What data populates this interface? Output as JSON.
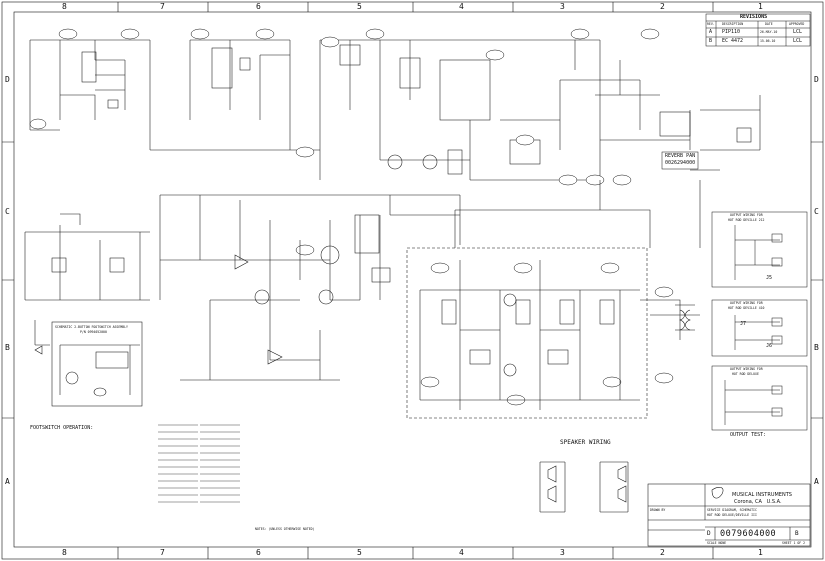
{
  "border": {
    "columns_top": [
      "8",
      "7",
      "6",
      "5",
      "4",
      "3",
      "2",
      "1"
    ],
    "columns_bottom": [
      "8",
      "7",
      "6",
      "5",
      "4",
      "3",
      "2",
      "1"
    ],
    "rows_left": [
      "D",
      "C",
      "B",
      "A"
    ],
    "rows_right": [
      "D",
      "C",
      "B",
      "A"
    ]
  },
  "revisions": {
    "title": "REVISIONS",
    "headers": [
      "REV.",
      "DESCRIPTION",
      "DATE",
      "APPROVED"
    ],
    "rows": [
      [
        "A",
        "PIP110",
        "26-MAY-10",
        "LCL"
      ],
      [
        "B",
        "EC 4472",
        "15-06-10",
        "LCL"
      ]
    ]
  },
  "labels": {
    "reverb_pan_line1": "REVERB PAN",
    "reverb_pan_line2": "0026294000",
    "output_wiring_1_line1": "OUTPUT WIRING FOR",
    "output_wiring_1_line2": "HOT ROD DEVILLE 212",
    "output_wiring_2_line1": "OUTPUT WIRING FOR",
    "output_wiring_2_line2": "HOT ROD DEVILLE 410",
    "output_wiring_3_line1": "OUTPUT WIRING FOR",
    "output_wiring_3_line2": "HOT ROD DELUXE",
    "footswitch_op_title": "FOOTSWITCH OPERATION:",
    "speaker_wiring": "SPEAKER WIRING",
    "output_test": "OUTPUT TEST:",
    "footswitch_box_line1": "SCHEMATIC 2-BUTTON FOOTSWITCH ASSEMBLY",
    "footswitch_box_line2": "P/N 0994052000",
    "jack_j5": "J5",
    "jack_j6": "J6",
    "jack_j7": "J7",
    "notes_title": "NOTES: (UNLESS OTHERWISE NOTED)"
  },
  "title_block": {
    "company": "MUSICAL INSTRUMENTS",
    "location": "Corona, CA   U.S.A.",
    "drawing_title_line1": "SERVICE DIAGRAM, SCHEMATIC",
    "drawing_title_line2": "HOT ROD DELUXE/DEVILLE III",
    "size": "D",
    "doc_number": "0079604000",
    "rev": "B",
    "sheet": "SHEET 1 OF 2",
    "drawn_label": "DRAWN BY",
    "scale_label": "SCALE NONE"
  }
}
